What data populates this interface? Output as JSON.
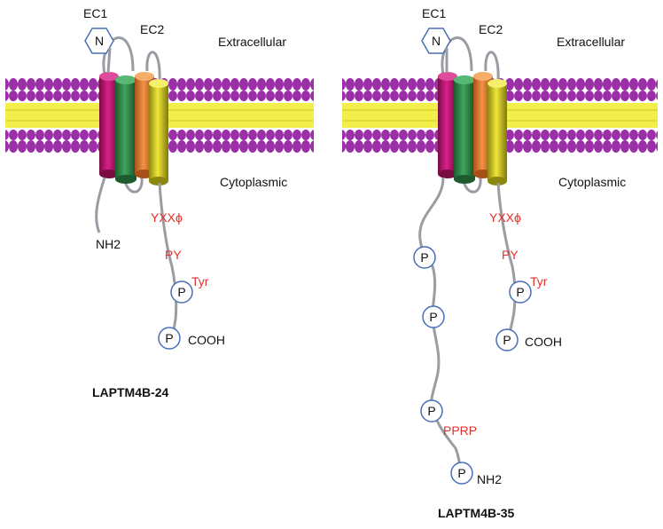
{
  "labels": {
    "ec1": "EC1",
    "ec2": "EC2",
    "n_terminal": "N",
    "extracellular": "Extracellular",
    "cytoplasmic": "Cytoplasmic",
    "nh2": "NH2",
    "motif_yxx": "YXXϕ",
    "motif_py": "PY",
    "tyr": "Tyr",
    "cooh": "COOH",
    "pprp": "PPRP",
    "phospho": "P"
  },
  "panels": [
    {
      "title": "LAPTM4B-24"
    },
    {
      "title": "LAPTM4B-35"
    }
  ],
  "colors": {
    "membrane_head": "#9b2fa8",
    "membrane_tail": "#f2ee4a",
    "helix_1": "#c0186e",
    "helix_2": "#2f8a4a",
    "helix_3": "#e87a2a",
    "helix_4": "#d9d21e",
    "tail_line": "#9a9ca3",
    "motif_red": "#e0302a",
    "circle_stroke": "#4a6fb5"
  }
}
